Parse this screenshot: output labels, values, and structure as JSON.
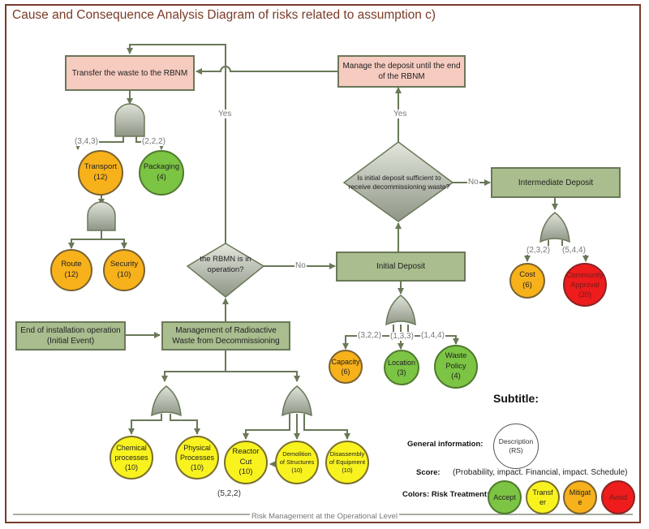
{
  "title": "Cause and Consequence Analysis Diagram of risks related to assumption c)",
  "colors": {
    "frame": "#7a3b28",
    "process_box": "#a9bd8f",
    "outcome_box": "#f6cbc0",
    "gate": "#b9bfb2",
    "line": "#6a7858",
    "accept": "#7cc444",
    "transfer": "#f8f31f",
    "mitigate": "#f7b11b",
    "avoid": "#ee1c1c"
  },
  "boxes": {
    "transfer_waste": "Transfer the waste to the RBNM",
    "manage_deposit": "Manage the deposit until the end of the RBNM",
    "intermediate_deposit": "Intermediate Deposit",
    "initial_deposit": "Initial Deposit",
    "end_of_installation": "End of installation operation\n(Initial Event)",
    "management_radioactive": "Management of Radioactive Waste from Decommissioning"
  },
  "decisions": {
    "rbmn_operation": "the RBMN is in operation?",
    "initial_sufficient": "Is initial deposit sufficient to receive decommissioning waste?"
  },
  "branch_labels": {
    "yes_left": "Yes",
    "no_left": "No",
    "yes_right": "Yes",
    "no_right": "No"
  },
  "risks": [
    {
      "id": "transport",
      "label": "Transport\n(12)",
      "treatment": "mitigate",
      "score": "(3,4,3)"
    },
    {
      "id": "packaging",
      "label": "Packaging\n(4)",
      "treatment": "accept",
      "score": "(2,2,2)"
    },
    {
      "id": "route",
      "label": "Route\n(12)",
      "treatment": "mitigate",
      "score": ""
    },
    {
      "id": "security",
      "label": "Security\n(10)",
      "treatment": "mitigate",
      "score": ""
    },
    {
      "id": "cost",
      "label": "Cost\n(6)",
      "treatment": "mitigate",
      "score": "(2,3,2)"
    },
    {
      "id": "community",
      "label": "Community\nApproval\n(20)",
      "treatment": "avoid",
      "score": "(5,4,4)"
    },
    {
      "id": "capacity",
      "label": "Capacity\n(6)",
      "treatment": "mitigate",
      "score": "(3,2,2)"
    },
    {
      "id": "location",
      "label": "Location\n(3)",
      "treatment": "accept",
      "score": "(1,3,3)"
    },
    {
      "id": "waste_policy",
      "label": "Waste\nPolicy\n(4)",
      "treatment": "accept",
      "score": "(1,4,4)"
    },
    {
      "id": "chemical",
      "label": "Chemical\nprocesses\n(10)",
      "treatment": "transfer",
      "score": ""
    },
    {
      "id": "physical",
      "label": "Physical\nProcesses\n(10)",
      "treatment": "transfer",
      "score": ""
    },
    {
      "id": "reactor_cut",
      "label": "Reactor\nCut\n(10)",
      "treatment": "transfer",
      "score": ""
    },
    {
      "id": "demolition",
      "label": "Demolition\nof Structures\n(10)",
      "treatment": "transfer",
      "score": ""
    },
    {
      "id": "disassembly",
      "label": "Disassembly\nof Equipment\n(10)",
      "treatment": "transfer",
      "score": ""
    }
  ],
  "bottom_score": "(5,2,2)",
  "legend": {
    "subtitle": "Subtitle:",
    "general_info_label": "General information:",
    "general_info_circle": "Description\n(RS)",
    "score_label": "Score:",
    "score_text": "(Probability, impact. Financial, impact. Schedule)",
    "colors_label": "Colors: Risk Treatment:",
    "treatments": [
      {
        "key": "accept",
        "label": "Accept"
      },
      {
        "key": "transfer",
        "label": "Transf\ner"
      },
      {
        "key": "mitigate",
        "label": "Mitigat\ne"
      },
      {
        "key": "avoid",
        "label": "Avoid"
      }
    ]
  },
  "footer": "Risk Management at the Operational Level"
}
